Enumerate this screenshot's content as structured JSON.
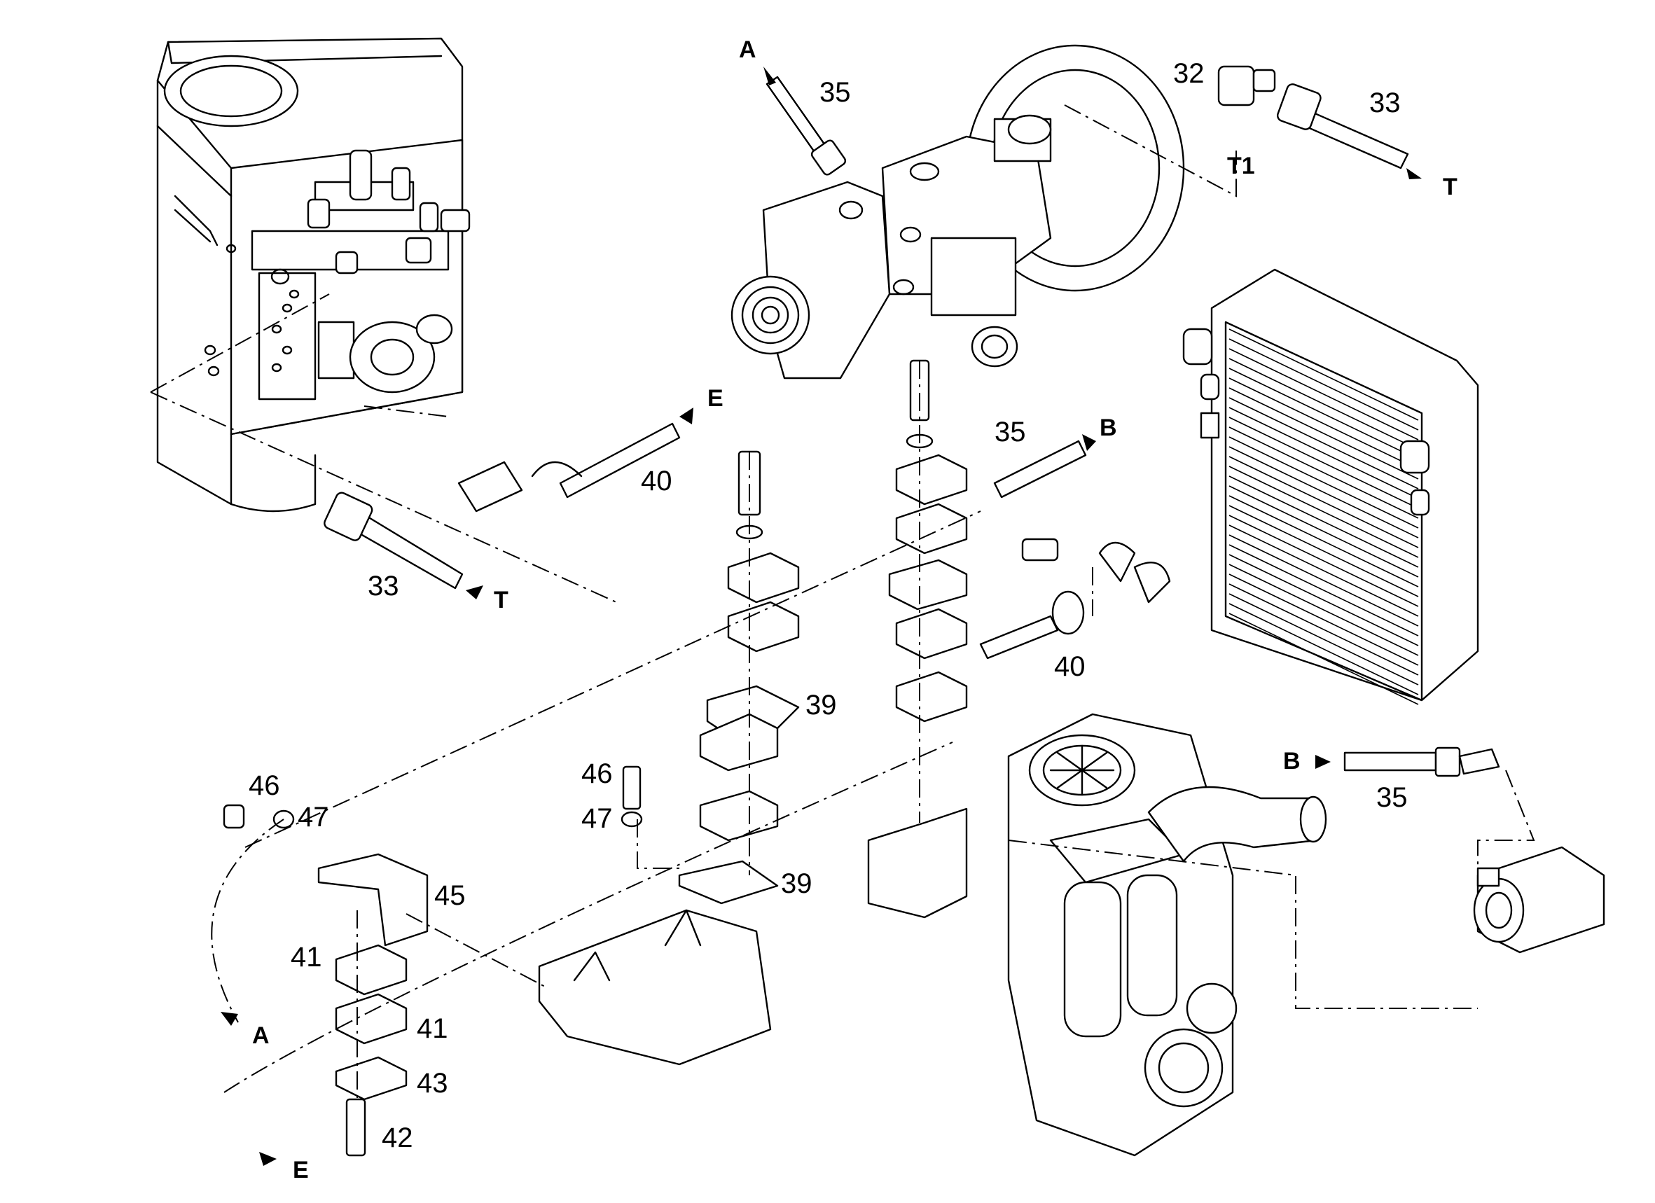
{
  "callouts": [
    {
      "id": "32",
      "text": "32"
    },
    {
      "id": "33",
      "text": "33"
    },
    {
      "id": "35",
      "text": "35"
    },
    {
      "id": "39",
      "text": "39"
    },
    {
      "id": "40",
      "text": "40"
    },
    {
      "id": "41",
      "text": "41"
    },
    {
      "id": "42",
      "text": "42"
    },
    {
      "id": "43",
      "text": "43"
    },
    {
      "id": "45",
      "text": "45"
    },
    {
      "id": "46",
      "text": "46"
    },
    {
      "id": "47",
      "text": "47"
    }
  ],
  "ports": {
    "A": "A",
    "B": "B",
    "E": "E",
    "T": "T",
    "T1": "T1"
  }
}
